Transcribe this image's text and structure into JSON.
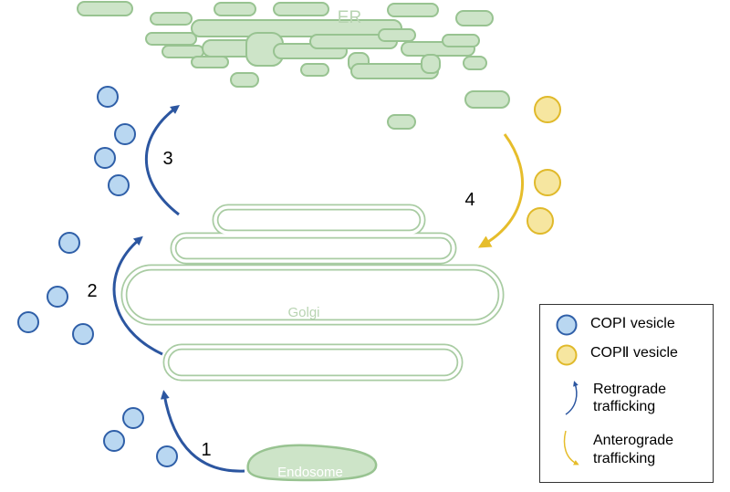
{
  "colors": {
    "er_fill": "#cde4c8",
    "er_stroke": "#98c391",
    "golgi_stroke": "#a9cca3",
    "golgi_fill": "#ffffff",
    "cop1_fill": "#b9d7f1",
    "cop1_stroke": "#2f5fa8",
    "cop2_fill": "#f6e6a0",
    "cop2_stroke": "#e0b92a",
    "retrograde_arrow": "#2c56a0",
    "anterograde_arrow": "#e6bd2b",
    "label_green": "#b8d4b2"
  },
  "labels": {
    "er": "ER",
    "golgi": "Golgi",
    "endosome": "Endosome",
    "step1": "1",
    "step2": "2",
    "step3": "3",
    "step4": "4"
  },
  "legend": {
    "cop1": "COPⅠ vesicle",
    "cop2": "COPⅡ vesicle",
    "retrograde_line1": "Retrograde",
    "retrograde_line2": "trafficking",
    "anterograde_line1": "Anterograde",
    "anterograde_line2": "trafficking"
  }
}
